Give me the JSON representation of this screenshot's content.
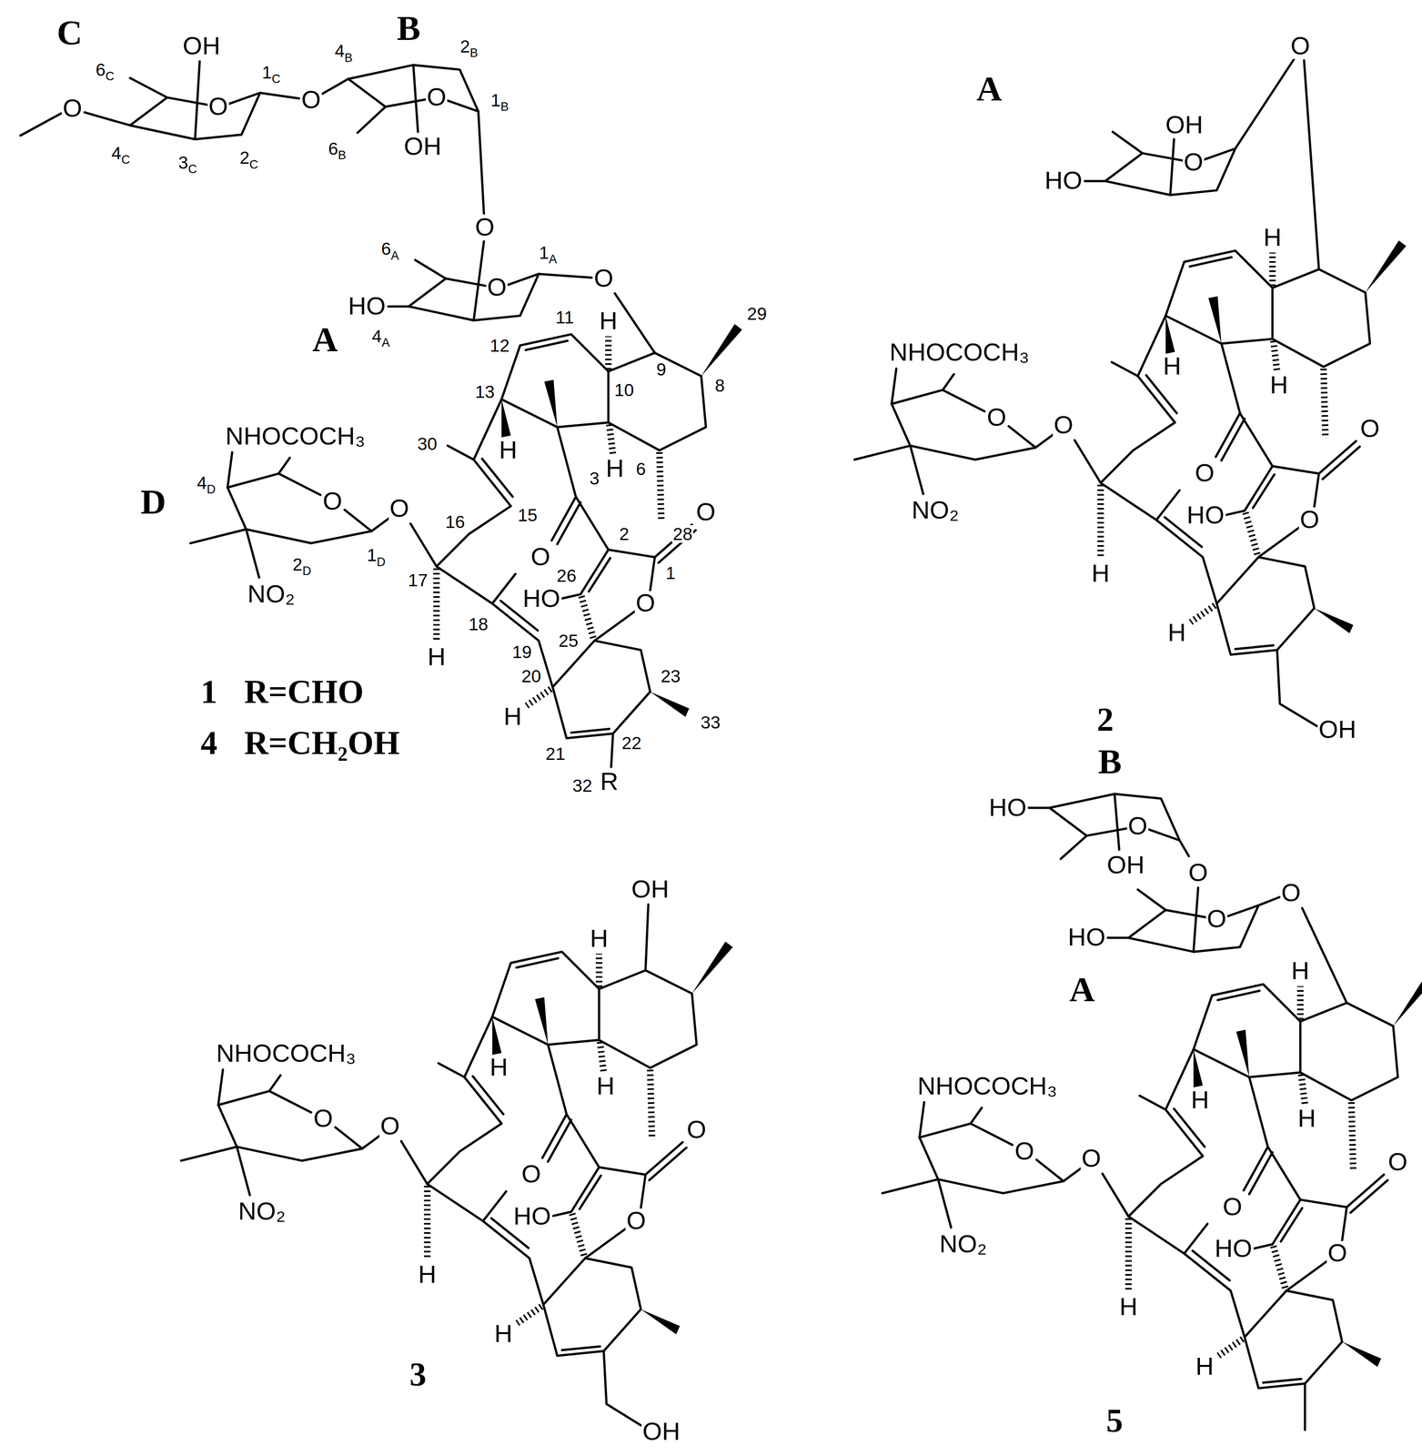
{
  "diagram": {
    "labels": [
      "C",
      "OH",
      "6C",
      "O",
      "1C",
      "O",
      "4C",
      "3C",
      "2C",
      "O",
      "4B",
      "B",
      "2B",
      "1B",
      "O",
      "6B",
      "OH",
      "O",
      "6A",
      "1A",
      "O",
      "O",
      "A",
      "HO",
      "4A",
      "11",
      "12",
      "10",
      "9",
      "8",
      "29",
      "13",
      "30",
      "6",
      "28",
      "3",
      "15",
      "16",
      "2",
      "26",
      "1",
      "17",
      "18",
      "19",
      "25",
      "20",
      "23",
      "33",
      "21",
      "22",
      "32",
      "R",
      "O",
      "NHOCOCH₃",
      "O",
      "NO₂",
      "H",
      "O",
      "HO",
      "O",
      "O",
      "H",
      "H",
      "H",
      "H",
      "4D",
      "2D",
      "1D",
      "D",
      "1",
      "R=CHO",
      "4",
      "R=CH₂OH",
      "A",
      "OH",
      "O",
      "HO",
      "O",
      "O",
      "NHOCOCH₃",
      "O",
      "NO₂",
      "H",
      "O",
      "HO",
      "O",
      "O",
      "H",
      "H",
      "H",
      "H",
      "OH",
      "2",
      "OH",
      "O",
      "NHOCOCH₃",
      "O",
      "NO₂",
      "H",
      "O",
      "HO",
      "O",
      "O",
      "H",
      "H",
      "H",
      "H",
      "OH",
      "3",
      "B",
      "HO",
      "O",
      "OH",
      "O",
      "HO",
      "O",
      "O",
      "A",
      "O",
      "NHOCOCH₃",
      "O",
      "NO₂",
      "H",
      "O",
      "HO",
      "O",
      "O",
      "H",
      "H",
      "H",
      "H",
      "5"
    ]
  }
}
